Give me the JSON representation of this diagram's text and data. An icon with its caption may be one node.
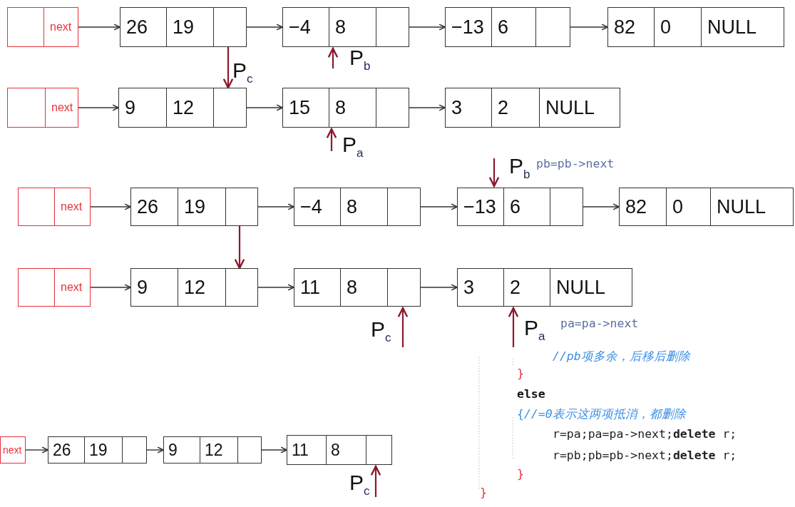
{
  "diagram": {
    "nodes": [
      {
        "text": [
          "next"
        ]
      },
      {
        "text": [
          "26",
          "19"
        ]
      },
      {
        "text": [
          "−4",
          "8"
        ]
      },
      {
        "text": [
          "−13",
          "6"
        ]
      },
      {
        "text": [
          "82",
          "0",
          "NULL"
        ]
      },
      {
        "text": [
          "next"
        ]
      },
      {
        "text": [
          "9",
          "12"
        ]
      },
      {
        "text": [
          "15",
          "8"
        ]
      },
      {
        "text": [
          "3",
          "2",
          "NULL"
        ]
      },
      {
        "text": [
          "next"
        ]
      },
      {
        "text": [
          "26",
          "19"
        ]
      },
      {
        "text": [
          "−4",
          "8"
        ]
      },
      {
        "text": [
          "−13",
          "6"
        ]
      },
      {
        "text": [
          "82",
          "0",
          "NULL"
        ]
      },
      {
        "text": [
          "next"
        ]
      },
      {
        "text": [
          "9",
          "12"
        ]
      },
      {
        "text": [
          "11",
          "8"
        ]
      },
      {
        "text": [
          "3",
          "2",
          "NULL"
        ]
      },
      {
        "text": [
          "next"
        ]
      },
      {
        "text": [
          "26",
          "19"
        ]
      },
      {
        "text": [
          "9",
          "12"
        ]
      },
      {
        "text": [
          "11",
          "8"
        ]
      }
    ],
    "edges": [
      {
        "from": 0,
        "to": 1,
        "arrow": "to"
      },
      {
        "from": 1,
        "to": 2,
        "arrow": "to"
      },
      {
        "from": 2,
        "to": 3,
        "arrow": "to"
      },
      {
        "from": 3,
        "to": 4,
        "arrow": "to"
      },
      {
        "from": 5,
        "to": 6,
        "arrow": "to"
      },
      {
        "from": 6,
        "to": 7,
        "arrow": "to"
      },
      {
        "from": 7,
        "to": 8,
        "arrow": "to"
      },
      {
        "from": 1,
        "to": 6,
        "arrow": "to",
        "label": "P$_{c}$",
        "color": "#8b1a2b"
      },
      {
        "from": null,
        "to": 2,
        "arrow": "to",
        "label": "P$_{b}$",
        "color": "#8b1a2b"
      },
      {
        "from": null,
        "to": 7,
        "arrow": "to",
        "label": "P$_{a}$",
        "color": "#8b1a2b"
      },
      {
        "from": 9,
        "to": 10,
        "arrow": "to"
      },
      {
        "from": 10,
        "to": 11,
        "arrow": "to"
      },
      {
        "from": 11,
        "to": 12,
        "arrow": "to"
      },
      {
        "from": 12,
        "to": 13,
        "arrow": "to"
      },
      {
        "from": 14,
        "to": 15,
        "arrow": "to"
      },
      {
        "from": 15,
        "to": 16,
        "arrow": "to"
      },
      {
        "from": 16,
        "to": 17,
        "arrow": "to"
      },
      {
        "from": 10,
        "to": 15,
        "arrow": "to",
        "color": "#8b1a2b"
      },
      {
        "from": null,
        "to": 12,
        "arrow": "to",
        "label": "P$_{b}$",
        "color": "#8b1a2b"
      },
      {
        "from": null,
        "to": 16,
        "arrow": "to",
        "label": "P$_{c}$",
        "color": "#8b1a2b"
      },
      {
        "from": null,
        "to": 17,
        "arrow": "to",
        "label": "P$_{a}$",
        "color": "#8b1a2b"
      },
      {
        "from": 18,
        "to": 19,
        "arrow": "to"
      },
      {
        "from": 19,
        "to": 20,
        "arrow": "to"
      },
      {
        "from": 20,
        "to": 21,
        "arrow": "to"
      },
      {
        "from": null,
        "to": 21,
        "arrow": "to",
        "label": "P$_{c}$",
        "color": "#8b1a2b"
      }
    ],
    "labels": [
      "pb=pb->next",
      "pa=pa->next",
      "//pb项多余，后移后删除",
      "}",
      "else",
      "{*//=0表示这两项抵消，都删除*",
      "r=pa;pa=pa->next;**delete** r;",
      "r=pb;pb=pb->next;**delete** r;",
      "}",
      "}"
    ]
  }
}
